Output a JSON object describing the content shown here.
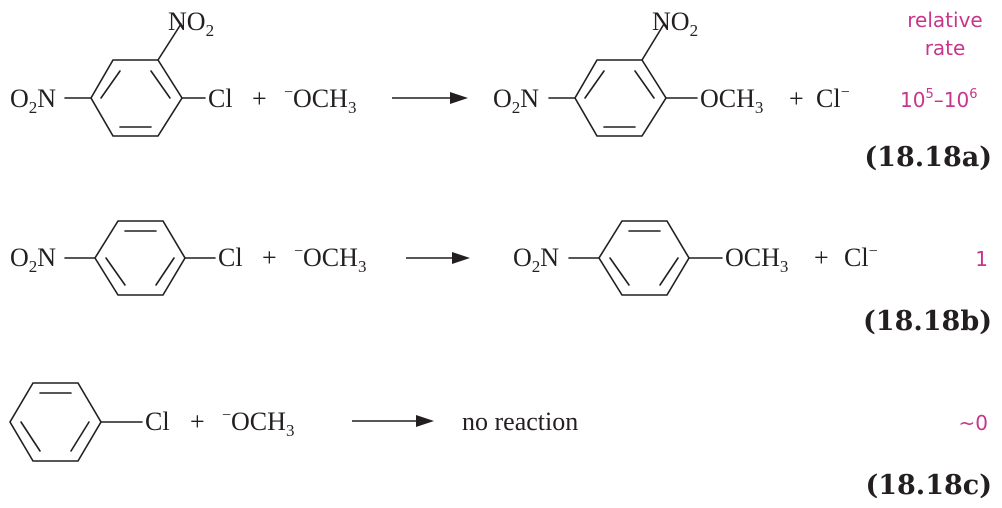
{
  "rate_header": {
    "line1": "relative",
    "line2": "rate"
  },
  "reactions": [
    {
      "equation_number": "(18.18a)",
      "reactant": {
        "left_group": "O",
        "left_group_sub": "2",
        "left_group_tail": "N",
        "top_group": "NO",
        "top_group_sub": "2",
        "right_group": "Cl"
      },
      "plus1": "+",
      "reagent": {
        "charge": "−",
        "main": "OCH",
        "sub": "3"
      },
      "product": {
        "left_group": "O",
        "left_group_sub": "2",
        "left_group_tail": "N",
        "top_group": "NO",
        "top_group_sub": "2",
        "right_group": "OCH",
        "right_group_sub": "3"
      },
      "plus2": "+",
      "byproduct": {
        "main": "Cl",
        "charge": "−"
      },
      "relative_rate": {
        "base1": "10",
        "exp1": "5",
        "dash": "–",
        "base2": "10",
        "exp2": "6"
      }
    },
    {
      "equation_number": "(18.18b)",
      "reactant": {
        "left_group": "O",
        "left_group_sub": "2",
        "left_group_tail": "N",
        "right_group": "Cl"
      },
      "plus1": "+",
      "reagent": {
        "charge": "−",
        "main": "OCH",
        "sub": "3"
      },
      "product": {
        "left_group": "O",
        "left_group_sub": "2",
        "left_group_tail": "N",
        "right_group": "OCH",
        "right_group_sub": "3"
      },
      "plus2": "+",
      "byproduct": {
        "main": "Cl",
        "charge": "−"
      },
      "relative_rate": {
        "value": "1"
      }
    },
    {
      "equation_number": "(18.18c)",
      "reactant": {
        "right_group": "Cl"
      },
      "plus1": "+",
      "reagent": {
        "charge": "−",
        "main": "OCH",
        "sub": "3"
      },
      "result_text": "no reaction",
      "relative_rate": {
        "value": "~0"
      }
    }
  ]
}
